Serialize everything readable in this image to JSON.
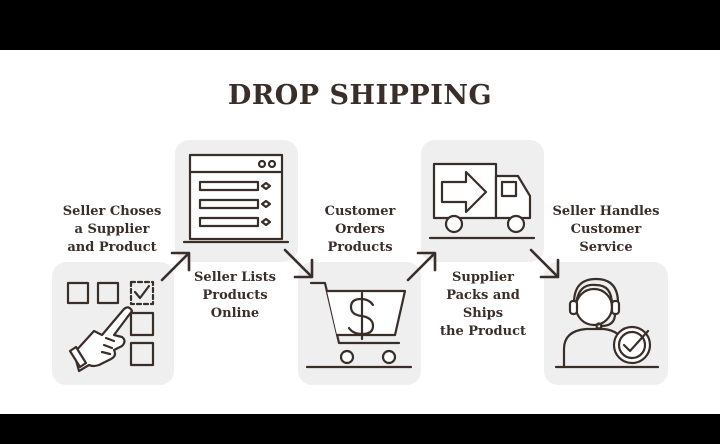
{
  "title": "DROP SHIPPING",
  "steps": [
    {
      "lines": [
        "Seller Choses",
        "a Supplier",
        "and Product"
      ],
      "icon": "hand-checklist-icon"
    },
    {
      "lines": [
        "Seller Lists",
        "Products",
        "Online"
      ],
      "icon": "browser-list-icon"
    },
    {
      "lines": [
        "Customer",
        "Orders",
        "Products"
      ],
      "icon": "shopping-cart-dollar-icon"
    },
    {
      "lines": [
        "Supplier",
        "Packs and",
        "Ships",
        "the Product"
      ],
      "icon": "delivery-truck-icon"
    },
    {
      "lines": [
        "Seller Handles",
        "Customer",
        "Service"
      ],
      "icon": "support-agent-icon"
    }
  ],
  "colors": {
    "ink": "#3a2e29",
    "panel": "#efefef",
    "background": "#ffffff",
    "letterbox": "#000000"
  }
}
